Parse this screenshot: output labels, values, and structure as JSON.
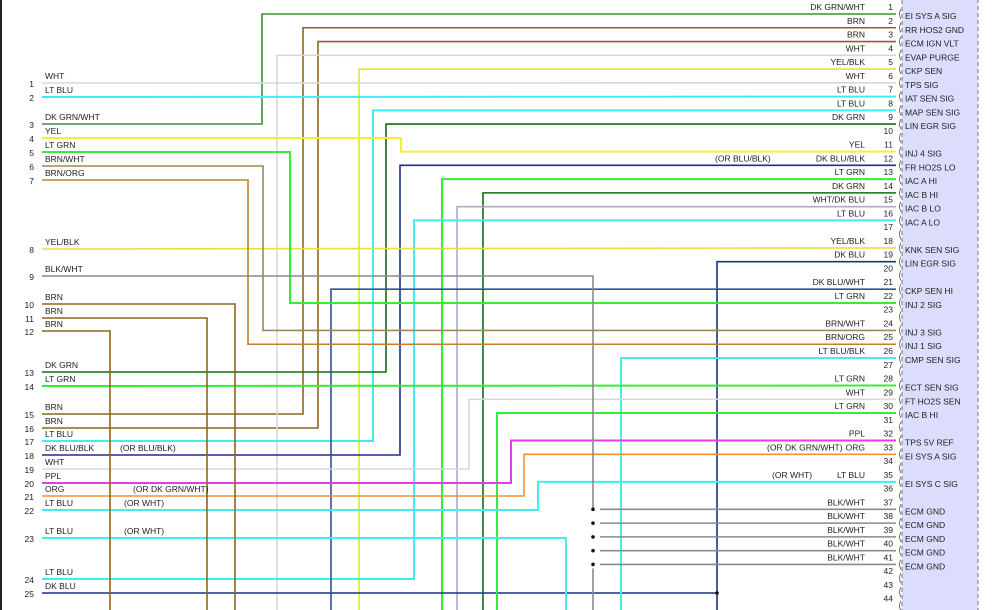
{
  "colors": {
    "DKGRNWHT": "#3e8e3e",
    "DKGRN": "#0f700f",
    "LTGRN": "#33ee33",
    "LTBLU": "#40eeee",
    "BRN": "#8b6520",
    "BRNWHT": "#a08850",
    "BRNORG": "#c08030",
    "DKBLU": "#1c2f8c",
    "DKBLUWHT": "#34509a",
    "YEL": "#f2f035",
    "YELBLK": "#e8e040",
    "PPL": "#e040e0",
    "ORG": "#f29030",
    "WHT": "#d8d8d8",
    "WHTDKBLU": "#a8acc8",
    "BLKWHT": "#8a8a8a",
    "connector_fill": "#dcdcfc"
  },
  "left_wires": [
    {
      "num": "1",
      "label": "WHT"
    },
    {
      "num": "2",
      "label": "LT BLU"
    },
    {
      "num": "3",
      "label": "DK GRN/WHT"
    },
    {
      "num": "4",
      "label": "YEL"
    },
    {
      "num": "5",
      "label": "LT GRN"
    },
    {
      "num": "6",
      "label": "BRN/WHT"
    },
    {
      "num": "7",
      "label": "BRN/ORG"
    },
    {
      "num": "8",
      "label": "YEL/BLK"
    },
    {
      "num": "9",
      "label": "BLK/WHT"
    },
    {
      "num": "10",
      "label": "BRN"
    },
    {
      "num": "11",
      "label": "BRN"
    },
    {
      "num": "12",
      "label": "BRN"
    },
    {
      "num": "13",
      "label": "DK GRN"
    },
    {
      "num": "14",
      "label": "LT GRN"
    },
    {
      "num": "15",
      "label": "BRN"
    },
    {
      "num": "16",
      "label": "BRN"
    },
    {
      "num": "17",
      "label": "LT BLU"
    },
    {
      "num": "18",
      "label": "DK BLU/BLK",
      "note": "(OR BLU/BLK)"
    },
    {
      "num": "19",
      "label": "WHT"
    },
    {
      "num": "20",
      "label": "PPL"
    },
    {
      "num": "21",
      "label": "ORG",
      "note": "(OR DK GRN/WHT)"
    },
    {
      "num": "22",
      "label": "LT BLU",
      "note": "(OR WHT)"
    },
    {
      "num": "23",
      "label": "LT BLU",
      "note": "(OR WHT)"
    },
    {
      "num": "24",
      "label": "LT BLU"
    },
    {
      "num": "25",
      "label": "DK BLU"
    }
  ],
  "right_pins": [
    {
      "num": "1",
      "wire": "DK GRN/WHT",
      "func": "EI SYS A SIG"
    },
    {
      "num": "2",
      "wire": "BRN",
      "func": "RR HOS2 GND"
    },
    {
      "num": "3",
      "wire": "BRN",
      "func": "ECM IGN VLT"
    },
    {
      "num": "4",
      "wire": "WHT",
      "func": "EVAP PURGE"
    },
    {
      "num": "5",
      "wire": "YEL/BLK",
      "func": "CKP SEN"
    },
    {
      "num": "6",
      "wire": "WHT",
      "func": "TPS SIG"
    },
    {
      "num": "7",
      "wire": "LT BLU",
      "func": "IAT SEN SIG"
    },
    {
      "num": "8",
      "wire": "LT BLU",
      "func": "MAP SEN SIG"
    },
    {
      "num": "9",
      "wire": "DK GRN",
      "func": "LIN EGR SIG"
    },
    {
      "num": "10"
    },
    {
      "num": "11",
      "wire": "YEL",
      "func": "INJ 4 SIG"
    },
    {
      "num": "12",
      "wire": "DK BLU/BLK",
      "note": "(OR BLU/BLK)",
      "func": "FR HO2S LO"
    },
    {
      "num": "13",
      "wire": "LT GRN",
      "func": "IAC A HI"
    },
    {
      "num": "14",
      "wire": "DK GRN",
      "func": "IAC B HI"
    },
    {
      "num": "15",
      "wire": "WHT/DK BLU",
      "func": "IAC B LO"
    },
    {
      "num": "16",
      "wire": "LT BLU",
      "func": "IAC A LO"
    },
    {
      "num": "17"
    },
    {
      "num": "18",
      "wire": "YEL/BLK",
      "func": "KNK SEN SIG"
    },
    {
      "num": "19",
      "wire": "DK BLU",
      "func": "LIN EGR SIG"
    },
    {
      "num": "20"
    },
    {
      "num": "21",
      "wire": "DK BLU/WHT",
      "func": "CKP SEN HI"
    },
    {
      "num": "22",
      "wire": "LT GRN",
      "func": "INJ 2 SIG"
    },
    {
      "num": "23"
    },
    {
      "num": "24",
      "wire": "BRN/WHT",
      "func": "INJ 3 SIG"
    },
    {
      "num": "25",
      "wire": "BRN/ORG",
      "func": "INJ 1 SIG"
    },
    {
      "num": "26",
      "wire": "LT BLU/BLK",
      "func": "CMP SEN SIG"
    },
    {
      "num": "27"
    },
    {
      "num": "28",
      "wire": "LT GRN",
      "func": "ECT SEN SIG"
    },
    {
      "num": "29",
      "wire": "WHT",
      "func": "FT HO2S SEN"
    },
    {
      "num": "30",
      "wire": "LT GRN",
      "func": "IAC B HI"
    },
    {
      "num": "31"
    },
    {
      "num": "32",
      "wire": "PPL",
      "func": "TPS 5V REF"
    },
    {
      "num": "33",
      "wire": "ORG",
      "note": "(OR DK GRN/WHT)",
      "func": "EI SYS A SIG"
    },
    {
      "num": "34"
    },
    {
      "num": "35",
      "wire": "LT BLU",
      "note": "(OR WHT)",
      "func": "EI SYS C SIG"
    },
    {
      "num": "36"
    },
    {
      "num": "37",
      "wire": "BLK/WHT",
      "func": "ECM GND"
    },
    {
      "num": "38",
      "wire": "BLK/WHT",
      "func": "ECM GND"
    },
    {
      "num": "39",
      "wire": "BLK/WHT",
      "func": "ECM GND"
    },
    {
      "num": "40",
      "wire": "BLK/WHT",
      "func": "ECM GND"
    },
    {
      "num": "41",
      "wire": "BLK/WHT",
      "func": "ECM GND"
    },
    {
      "num": "42"
    },
    {
      "num": "43"
    },
    {
      "num": "44"
    }
  ]
}
